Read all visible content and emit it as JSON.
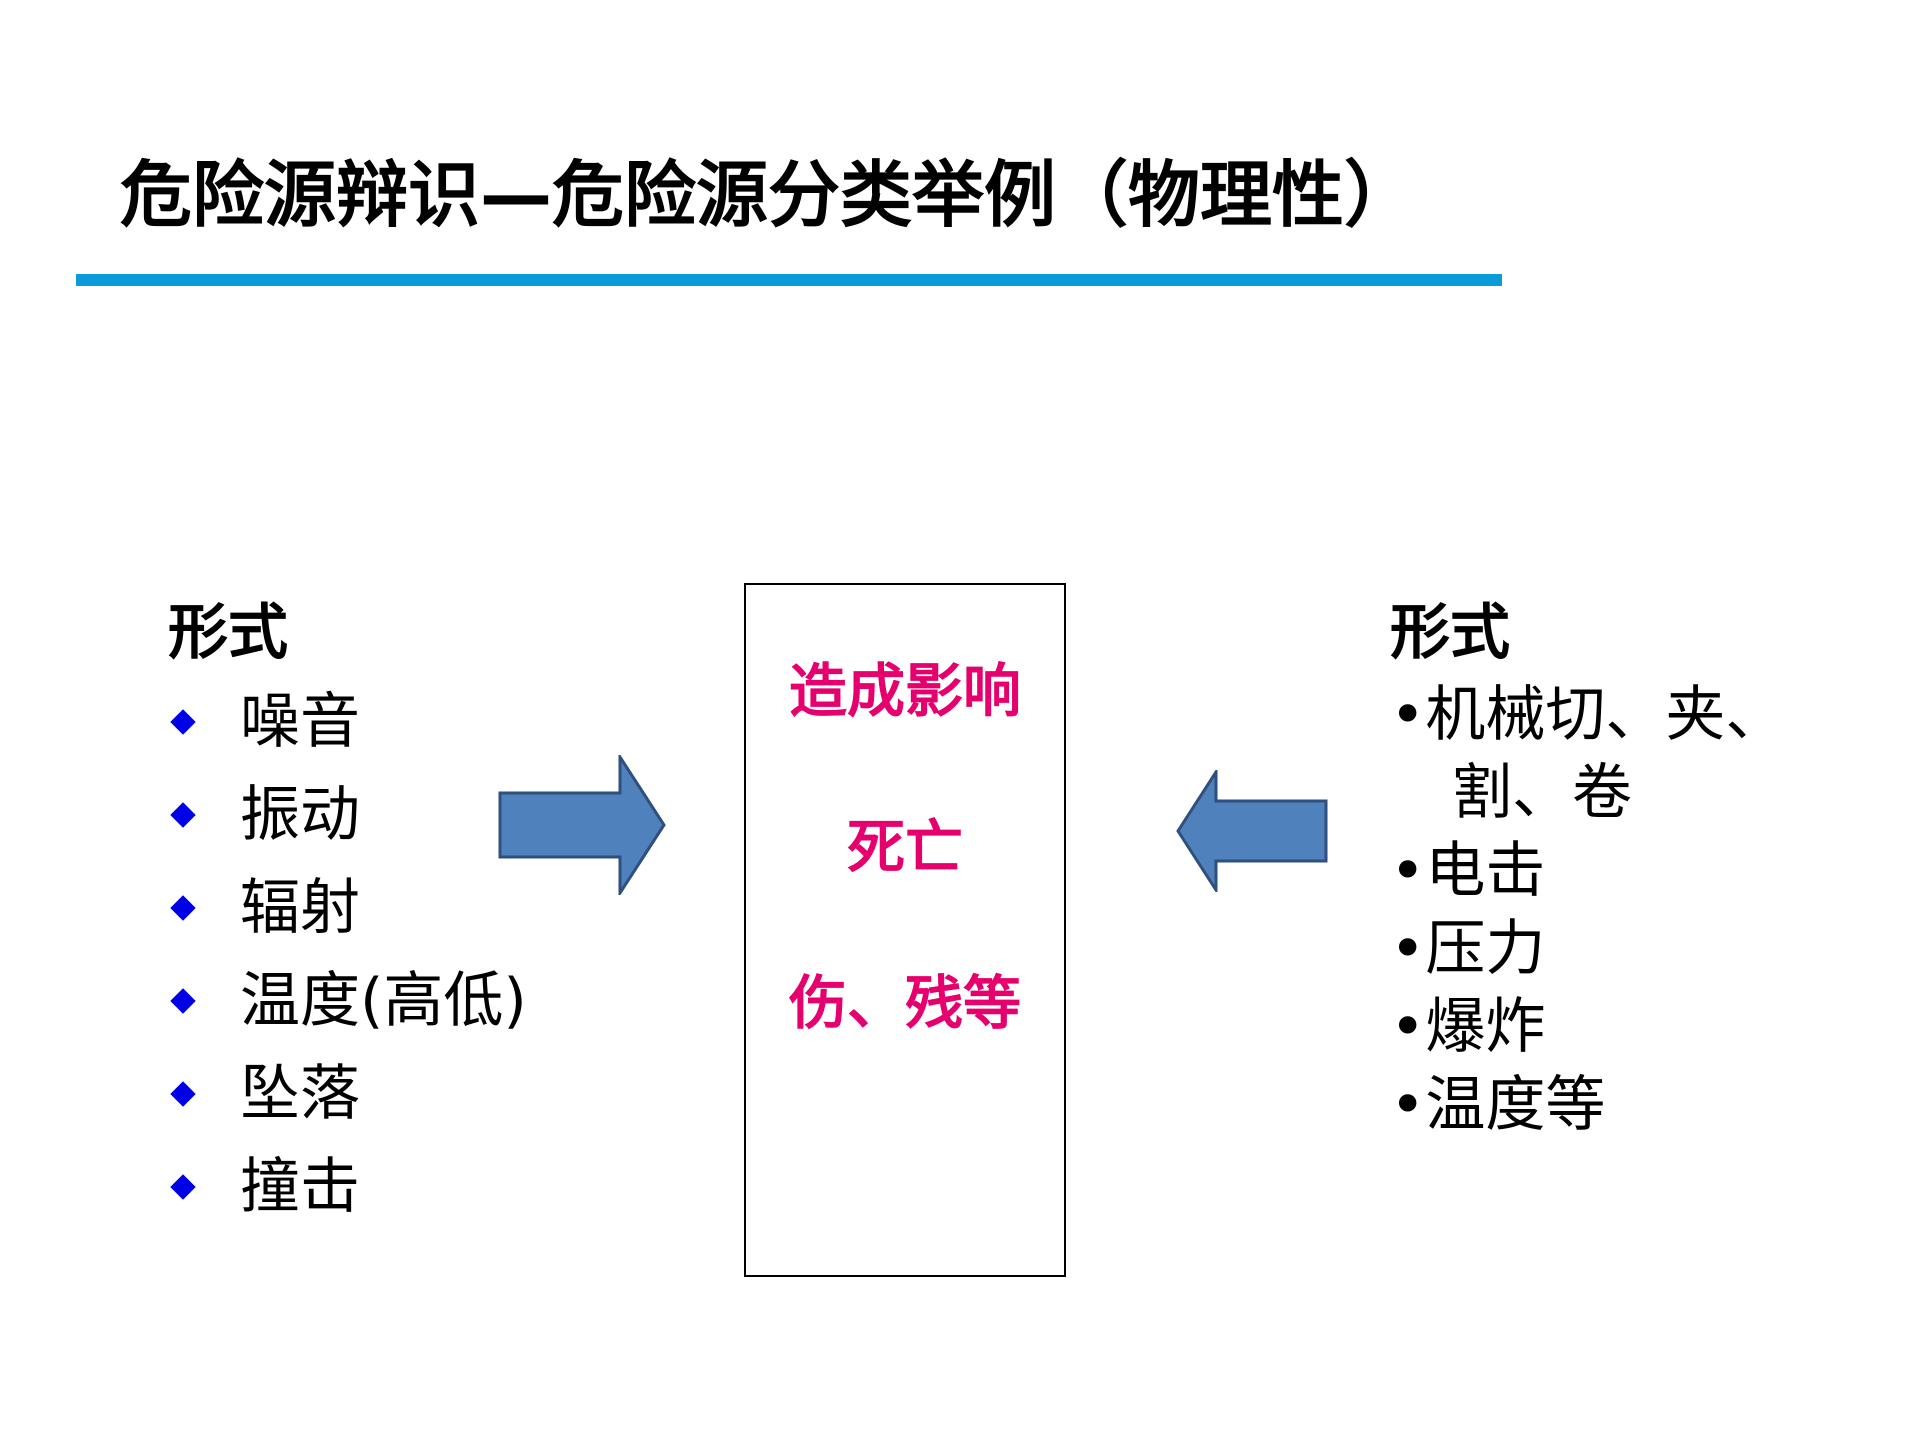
{
  "slide": {
    "title": "危险源辩识—危险源分类举例（物理性）"
  },
  "colors": {
    "title_rule": "#0A9BD8",
    "bullet": "#0000E6",
    "effect_text": "#E6006E",
    "arrow_fill": "#4F81BD",
    "arrow_stroke": "#2F4F7F"
  },
  "left": {
    "heading": "形式",
    "items": [
      "噪音",
      "振动",
      "辐射",
      "温度(高低)",
      "坠落",
      "撞击"
    ]
  },
  "center": {
    "lines": [
      "造成影响",
      "死亡",
      "伤、残等"
    ]
  },
  "right": {
    "heading": "形式",
    "lines": [
      "•机械切、夹、",
      "割、卷",
      "•电击",
      "•压力",
      "•爆炸",
      "•温度等"
    ]
  }
}
